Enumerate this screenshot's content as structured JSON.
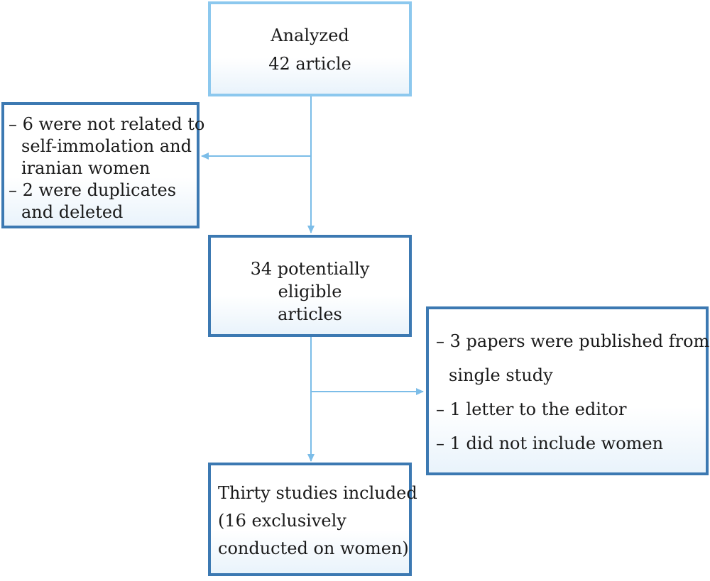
{
  "boxes": {
    "analyzed": {
      "lines": [
        "Analyzed",
        "42 article"
      ]
    },
    "excluded_first": {
      "items": [
        {
          "lines": [
            "6 were not related to",
            "self-immolation and",
            "iranian women"
          ]
        },
        {
          "lines": [
            "2 were duplicates",
            "and deleted"
          ]
        }
      ]
    },
    "eligible": {
      "lines": [
        "34 potentially",
        "eligible",
        "articles"
      ]
    },
    "excluded_second": {
      "items": [
        {
          "lines": [
            "3 papers were published from",
            "single study"
          ]
        },
        {
          "lines": [
            "1 letter to the editor"
          ]
        },
        {
          "lines": [
            "1 did not include women"
          ]
        }
      ]
    },
    "included": {
      "lines": [
        "Thirty studies included",
        "(16 exclusively",
        "conducted on women)"
      ]
    }
  },
  "bullet_marker": "–",
  "colors": {
    "border_light": "#8cc8ee",
    "border_dark": "#3c79b2",
    "arrow": "#7cbde8"
  }
}
